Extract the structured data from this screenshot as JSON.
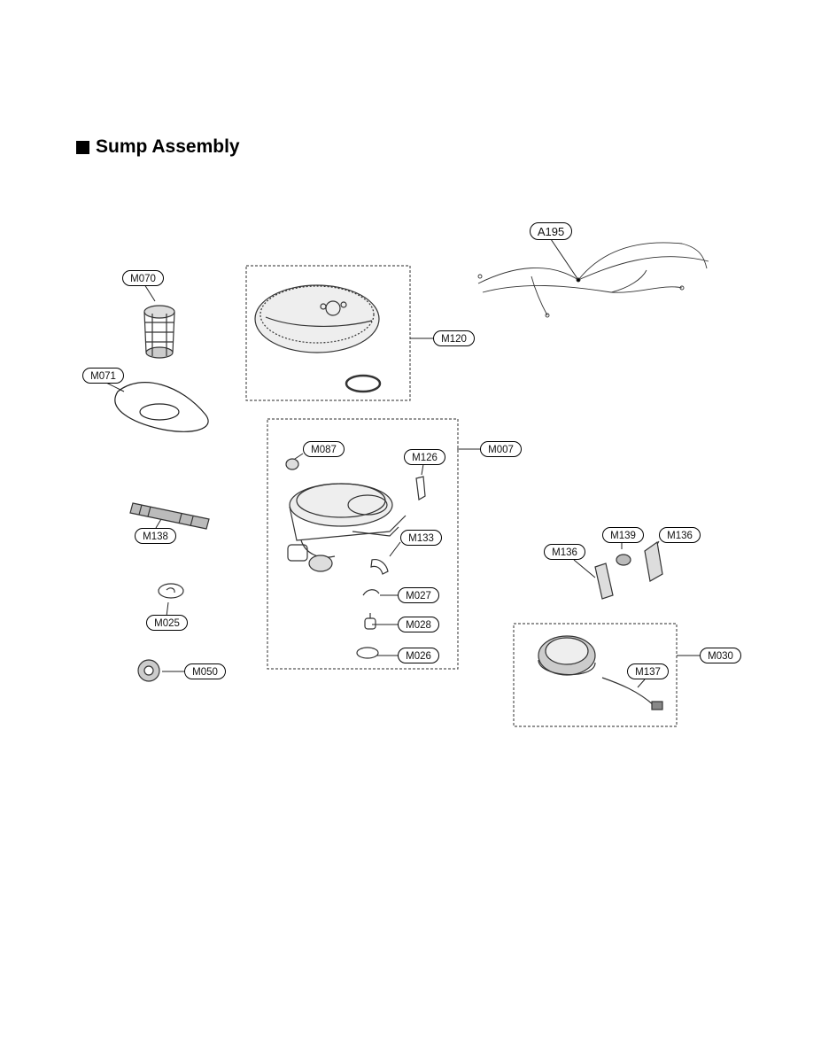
{
  "page": {
    "title": "Sump Assembly",
    "title_marker_icon": "square-bullet-icon"
  },
  "callouts": {
    "a195": "A195",
    "m070": "M070",
    "m071": "M071",
    "m120": "M120",
    "m087": "M087",
    "m126": "M126",
    "m007": "M007",
    "m138": "M138",
    "m133": "M133",
    "m025": "M025",
    "m027": "M027",
    "m028": "M028",
    "m026": "M026",
    "m050": "M050",
    "m136_left": "M136",
    "m139": "M139",
    "m136_right": "M136",
    "m030": "M030",
    "m137": "M137"
  }
}
